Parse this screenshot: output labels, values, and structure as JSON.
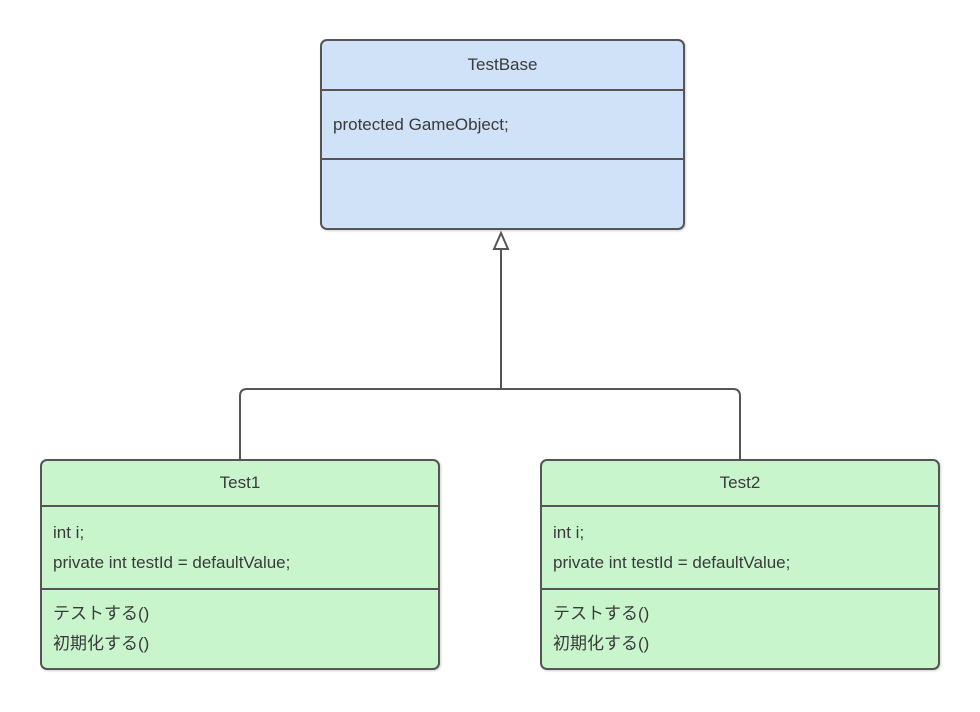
{
  "diagram": {
    "kind": "uml-class-diagram",
    "classes": [
      {
        "name": "TestBase",
        "title": "TestBase",
        "fields": [
          "protected GameObject;"
        ],
        "methods": []
      },
      {
        "name": "Test1",
        "title": "Test1",
        "fields": [
          "int i;",
          "private int testId = defaultValue;"
        ],
        "methods": [
          "テストする()",
          "初期化する()"
        ]
      },
      {
        "name": "Test2",
        "title": "Test2",
        "fields": [
          "int i;",
          "private int testId = defaultValue;"
        ],
        "methods": [
          "テストする()",
          "初期化する()"
        ]
      }
    ],
    "relations": [
      {
        "type": "inheritance",
        "from": "Test1",
        "to": "TestBase"
      },
      {
        "type": "inheritance",
        "from": "Test2",
        "to": "TestBase"
      }
    ]
  },
  "colors": {
    "background": "#ffffff",
    "base_fill": "#cfe2f8",
    "derived_fill": "#c9f5cd",
    "border": "#555555",
    "line": "#555555",
    "text": "#3a3a3a"
  }
}
